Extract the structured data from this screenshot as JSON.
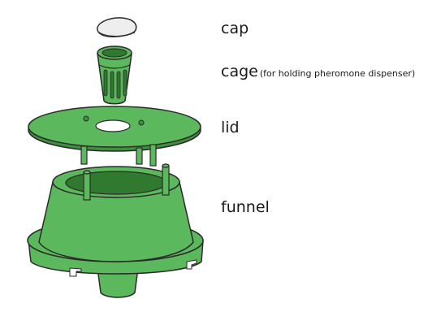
{
  "labels": {
    "cap": "cap",
    "cage": "cage",
    "cage_note": "(for holding pheromone dispenser)",
    "lid": "lid",
    "funnel": "funnel"
  },
  "colors": {
    "part_fill": "#5cb85c",
    "part_dark": "#3f8f3f",
    "part_inner": "#2f7a2f",
    "outline": "#2a2a2a",
    "cap_fill": "#eeeeee"
  }
}
